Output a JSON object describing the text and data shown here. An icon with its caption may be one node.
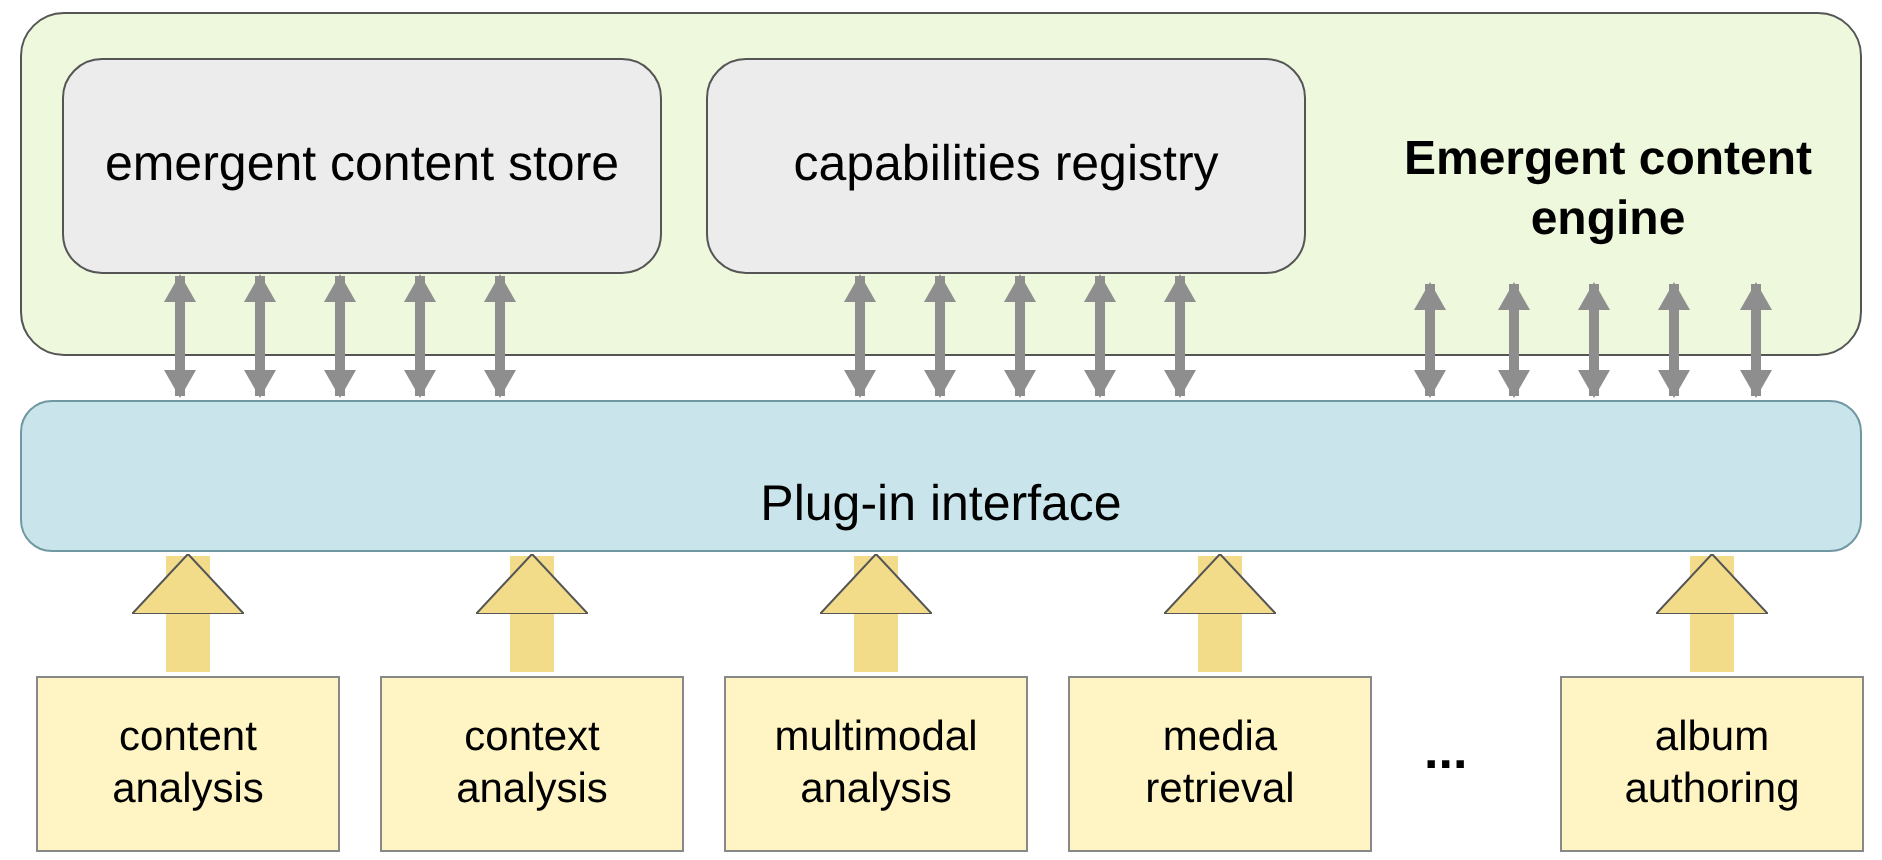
{
  "diagram": {
    "nodes": [
      {
        "text": [
          "Emergent content engine"
        ]
      },
      {
        "text": [
          "emergent content store"
        ],
        "in": 0
      },
      {
        "text": [
          "capabilities registry"
        ],
        "in": 0
      },
      {
        "text": [
          "Plug-in interface"
        ]
      },
      {
        "text": [
          "content analysis"
        ]
      },
      {
        "text": [
          "context analysis"
        ]
      },
      {
        "text": [
          "multimodal analysis"
        ]
      },
      {
        "text": [
          "media retrieval"
        ]
      },
      {
        "text": [
          "album authoring"
        ]
      }
    ],
    "edges": [
      {
        "from": 1,
        "to": 3,
        "arrow": "both"
      },
      {
        "from": 1,
        "to": 3,
        "arrow": "both"
      },
      {
        "from": 1,
        "to": 3,
        "arrow": "both"
      },
      {
        "from": 1,
        "to": 3,
        "arrow": "both"
      },
      {
        "from": 1,
        "to": 3,
        "arrow": "both"
      },
      {
        "from": 2,
        "to": 3,
        "arrow": "both"
      },
      {
        "from": 2,
        "to": 3,
        "arrow": "both"
      },
      {
        "from": 2,
        "to": 3,
        "arrow": "both"
      },
      {
        "from": 2,
        "to": 3,
        "arrow": "both"
      },
      {
        "from": 2,
        "to": 3,
        "arrow": "both"
      },
      {
        "from": 0,
        "to": 3,
        "arrow": "both"
      },
      {
        "from": 0,
        "to": 3,
        "arrow": "both"
      },
      {
        "from": 0,
        "to": 3,
        "arrow": "both"
      },
      {
        "from": 0,
        "to": 3,
        "arrow": "both"
      },
      {
        "from": 0,
        "to": 3,
        "arrow": "both"
      },
      {
        "from": 4,
        "to": 3,
        "arrow": "to",
        "style": "thick",
        "color": "#f2dc8a"
      },
      {
        "from": 5,
        "to": 3,
        "arrow": "to",
        "style": "thick",
        "color": "#f2dc8a"
      },
      {
        "from": 6,
        "to": 3,
        "arrow": "to",
        "style": "thick",
        "color": "#f2dc8a"
      },
      {
        "from": 7,
        "to": 3,
        "arrow": "to",
        "style": "thick",
        "color": "#f2dc8a"
      },
      {
        "from": 8,
        "to": 3,
        "arrow": "to",
        "style": "thick",
        "color": "#f2dc8a"
      }
    ],
    "labels": [
      "..."
    ]
  }
}
